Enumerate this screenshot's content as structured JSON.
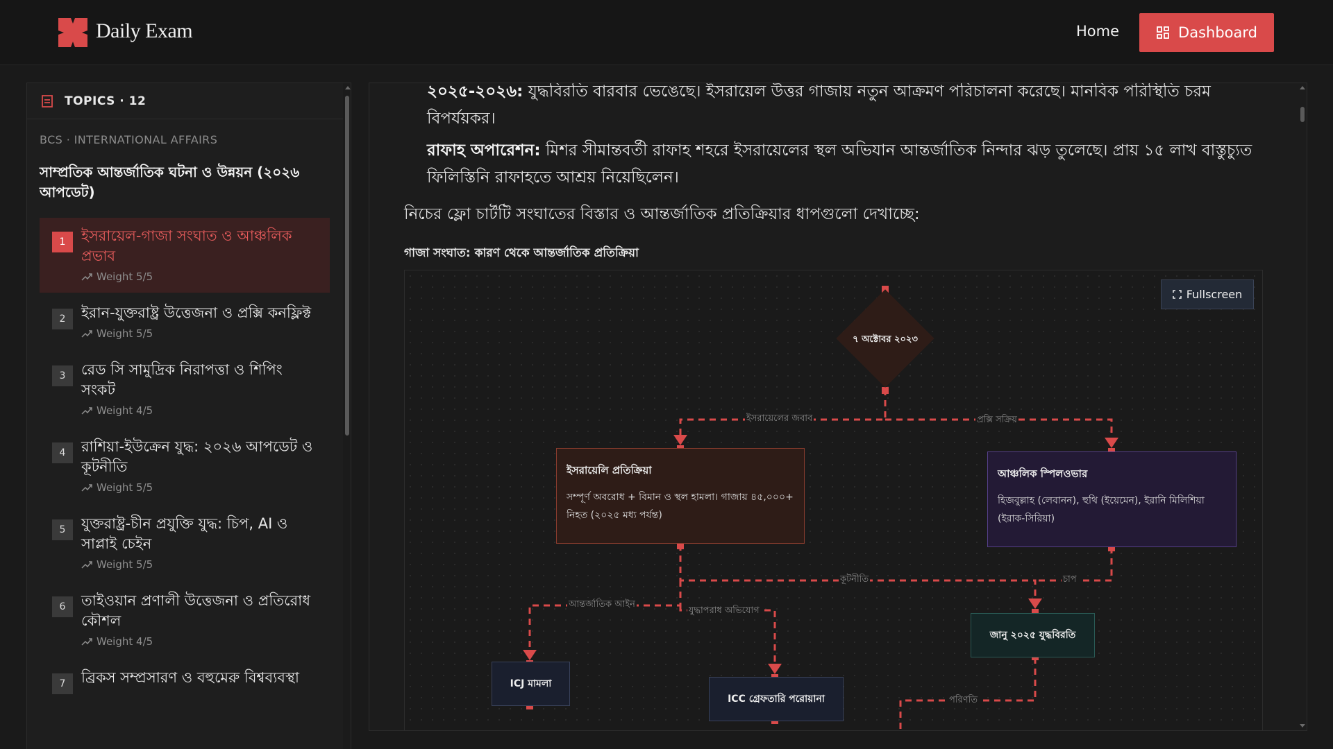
{
  "header": {
    "brand": "Daily Exam",
    "home_label": "Home",
    "dashboard_label": "Dashboard"
  },
  "colors": {
    "accent": "#d94a4a"
  },
  "sidebar": {
    "topics_header": "TOPICS · 12",
    "category": "BCS · INTERNATIONAL AFFAIRS",
    "title": "সাম্প্রতিক আন্তর্জাতিক ঘটনা ও উন্নয়ন (২০২৬ আপডেট)",
    "topics": [
      {
        "num": "1",
        "name": "ইসরায়েল-গাজা সংঘাত ও আঞ্চলিক প্রভাব",
        "weight": "Weight 5/5"
      },
      {
        "num": "2",
        "name": "ইরান-যুক্তরাষ্ট্র উত্তেজনা ও প্রক্সি কনফ্লিক্ট",
        "weight": "Weight 5/5"
      },
      {
        "num": "3",
        "name": "রেড সি সামুদ্রিক নিরাপত্তা ও শিপিং সংকট",
        "weight": "Weight 4/5"
      },
      {
        "num": "4",
        "name": "রাশিয়া-ইউক্রেন যুদ্ধ: ২০২৬ আপডেট ও কূটনীতি",
        "weight": "Weight 5/5"
      },
      {
        "num": "5",
        "name": "যুক্তরাষ্ট্র-চীন প্রযুক্তি যুদ্ধ: চিপ, AI ও সাপ্লাই চেইন",
        "weight": "Weight 5/5"
      },
      {
        "num": "6",
        "name": "তাইওয়ান প্রণালী উত্তেজনা ও প্রতিরোধ কৌশল",
        "weight": "Weight 4/5"
      },
      {
        "num": "7",
        "name": "ব্রিকস সম্প্রসারণ ও বহুমেরু বিশ্বব্যবস্থা",
        "weight": ""
      }
    ]
  },
  "content": {
    "p1_bold": "২০২৫-২০২৬:",
    "p1_text": " যুদ্ধবিরতি বারবার ভেঙেছে। ইসরায়েল উত্তর গাজায় নতুন আক্রমণ পরিচালনা করেছে। মানবিক পরিস্থিতি চরম বিপর্যয়কর।",
    "p2_bold": "রাফাহ অপারেশন:",
    "p2_text": " মিশর সীমান্তবর্তী রাফাহ শহরে ইসরায়েলের স্থল অভিযান আন্তর্জাতিক নিন্দার ঝড় তুলেছে। প্রায় ১৫ লাখ বাস্তুচ্যুত ফিলিস্তিনি রাফাহতে আশ্রয় নিয়েছিলেন।",
    "intro": "নিচের ফ্লো চার্টটি সংঘাতের বিস্তার ও আন্তর্জাতিক প্রতিক্রিয়ার ধাপগুলো দেখাচ্ছে:",
    "chart_title": "গাজা সংঘাত: কারণ থেকে আন্তর্জাতিক প্রতিক্রিয়া"
  },
  "flow": {
    "fullscreen_label": "Fullscreen",
    "start": "৭ অক্টোবর ২০২৩",
    "israeli_title": "ইসরায়েলি প্রতিক্রিয়া",
    "israeli_body": "সম্পূর্ণ অবরোধ + বিমান ও স্থল হামলা। গাজায় ৪৫,০০০+ নিহত (২০২৫ মধ্য পর্যন্ত)",
    "regional_title": "আঞ্চলিক স্পিলওভার",
    "regional_body": "হিজবুল্লাহ (লেবানন), হুথি (ইয়েমেন), ইরানি মিলিশিয়া (ইরাক-সিরিয়া)",
    "ceasefire": "জানু ২০২৫ যুদ্ধবিরতি",
    "icj": "ICJ মামলা",
    "icc": "ICC গ্রেফতারি পরোয়ানা",
    "edges": {
      "israel_response": "ইসরায়েলের জবাব",
      "proxy_active": "প্রক্সি সক্রিয়",
      "diplomacy": "কূটনীতি",
      "pressure": "চাপ",
      "intl_law": "আন্তর্জাতিক আইন",
      "war_crimes": "যুদ্ধাপরাধ অভিযোগ",
      "outcome": "পরিণতি"
    }
  }
}
